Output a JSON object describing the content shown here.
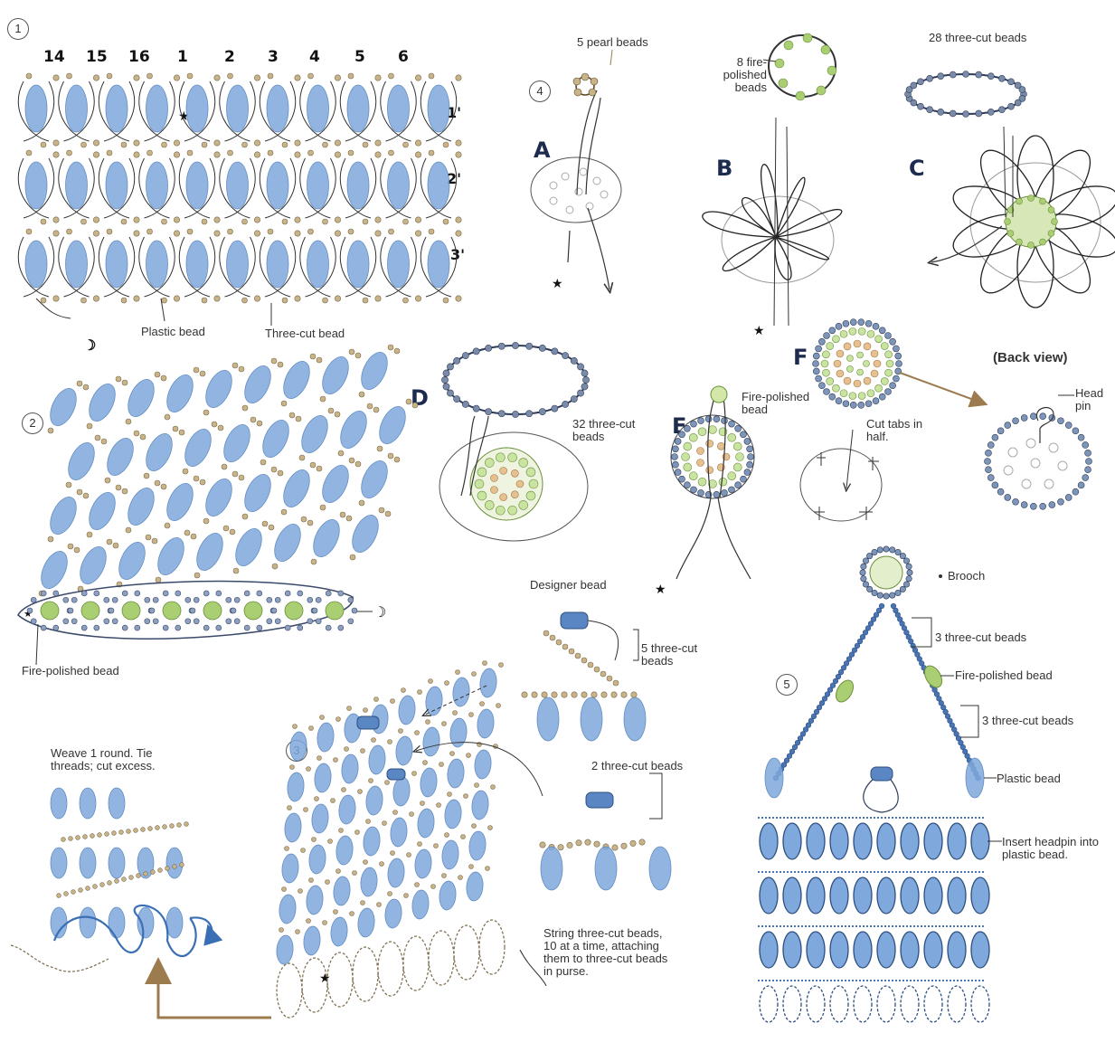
{
  "step1": {
    "number": "1",
    "columns": [
      "14",
      "15",
      "16",
      "1",
      "2",
      "3",
      "4",
      "5",
      "6"
    ],
    "rows": [
      "1'",
      "2'",
      "3'"
    ],
    "labels": {
      "plastic_bead": "Plastic bead",
      "three_cut_bead": "Three-cut bead"
    },
    "end_mark": "☽"
  },
  "step2": {
    "number": "2",
    "label": "Fire-polished bead"
  },
  "step3": {
    "number": "3",
    "weave_note": "Weave 1 round. Tie threads; cut excess.",
    "string_note": "String three-cut beads, 10 at a time, attaching them to three-cut beads in purse.",
    "designer_bead": "Designer bead",
    "five_three_cut": "5 three-cut beads",
    "two_three_cut": "2 three-cut beads"
  },
  "step4": {
    "number": "4",
    "A": {
      "letter": "A",
      "label": "5 pearl beads"
    },
    "B": {
      "letter": "B",
      "label": "8 fire-polished beads"
    },
    "C": {
      "letter": "C",
      "label": "28 three-cut beads"
    },
    "D": {
      "letter": "D",
      "label": "32 three-cut beads"
    },
    "E": {
      "letter": "E",
      "label": "Fire-polished bead"
    },
    "F": {
      "letter": "F",
      "cut_tabs": "Cut tabs in half.",
      "back_view": "(Back view)",
      "head_pin": "Head pin"
    }
  },
  "step5": {
    "number": "5",
    "brooch": "Brooch",
    "three_cut_1": "3 three-cut beads",
    "fire_polished": "Fire-polished bead",
    "three_cut_2": "3 three-cut beads",
    "plastic_bead": "Plastic bead",
    "insert_headpin": "Insert headpin into plastic bead."
  },
  "colors": {
    "blue_bead": "#7fa8dc",
    "green_bead": "#a9cf72",
    "three_cut": "#c9b48a",
    "dark_bead": "#3b4a6b",
    "arrow_brown": "#9c7b4f"
  }
}
